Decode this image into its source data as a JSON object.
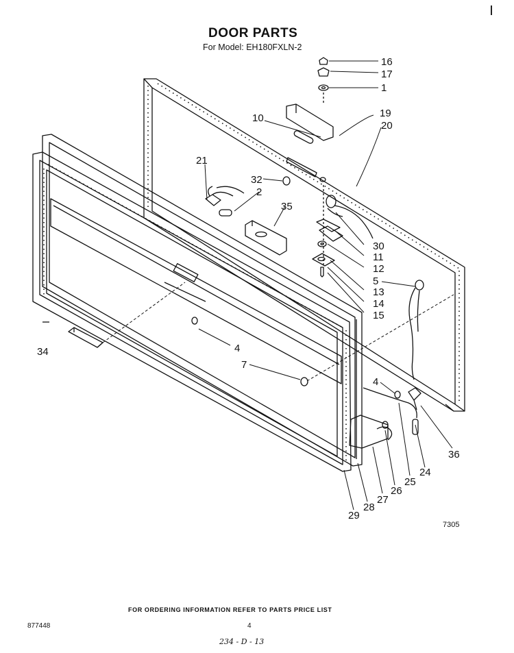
{
  "header": {
    "title": "DOOR PARTS",
    "subtitle": "For Model: EH180FXLN-2"
  },
  "callouts": {
    "c16": "16",
    "c17": "17",
    "c1": "1",
    "c19": "19",
    "c20": "20",
    "c10": "10",
    "c21": "21",
    "c32": "32",
    "c2": "2",
    "c35": "35",
    "c30": "30",
    "c11": "11",
    "c12": "12",
    "c5": "5",
    "c13": "13",
    "c14": "14",
    "c15": "15",
    "c34": "34",
    "c4a": "4",
    "c7": "7",
    "c4b": "4",
    "c36": "36",
    "c24": "24",
    "c25": "25",
    "c26": "26",
    "c27": "27",
    "c28": "28",
    "c29": "29"
  },
  "figure_code": "7305",
  "footer": {
    "ordering_note": "FOR ORDERING INFORMATION REFER TO PARTS PRICE LIST",
    "document_number": "877448",
    "page_number": "4",
    "handwritten_code": "234 - D - 13"
  }
}
